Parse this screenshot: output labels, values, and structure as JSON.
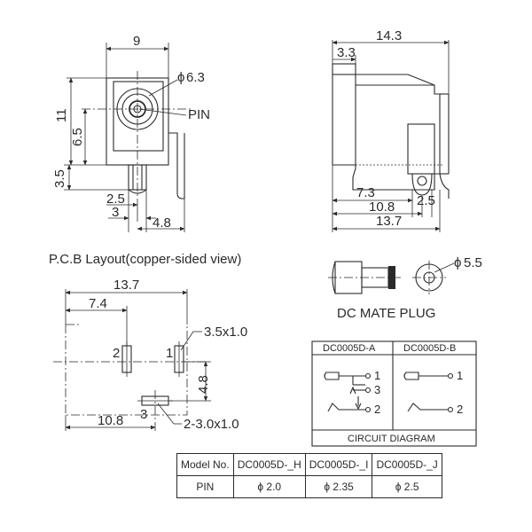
{
  "front_view": {
    "dim_width": "9",
    "dim_height": "11",
    "dim_hole_diameter": "6.3",
    "pin_label": "PIN",
    "dim_center_height": "6.5",
    "dim_leg_length": "3.5",
    "dim_pin_width": "2.5",
    "dim_pin_offset": "3",
    "dim_leg_offset": "4.8"
  },
  "side_view": {
    "dim_length": "14.3",
    "dim_front": "3.3",
    "dim_pin1": "7.3",
    "dim_pin2": "10.8",
    "dim_small": "2.5",
    "dim_total": "13.7"
  },
  "pcb_layout": {
    "title": "P.C.B Layout(copper-sided view)",
    "dim_width": "13.7",
    "dim_pin2": "7.4",
    "dim_slot_size": "3.5x1.0",
    "dim_vertical": "4.8",
    "dim_pin3": "10.8",
    "dim_slot3": "2-3.0x1.0",
    "pin1_num": "1",
    "pin2_num": "2",
    "pin3_num": "3"
  },
  "plug": {
    "diameter": "5.5",
    "caption": "DC MATE PLUG"
  },
  "circuit": {
    "header_a": "DC0005D-A",
    "header_b": "DC0005D-B",
    "a_pins": [
      "1",
      "3",
      "2"
    ],
    "b_pins": [
      "1",
      "2"
    ],
    "caption": "CIRCUIT DIAGRAM"
  },
  "model_table": {
    "header": [
      "Model No.",
      "DC0005D-_H",
      "DC0005D-_I",
      "DC0005D-_J"
    ],
    "row": [
      "PIN",
      "ϕ 2.0",
      "ϕ 2.35",
      "ϕ 2.5"
    ]
  }
}
